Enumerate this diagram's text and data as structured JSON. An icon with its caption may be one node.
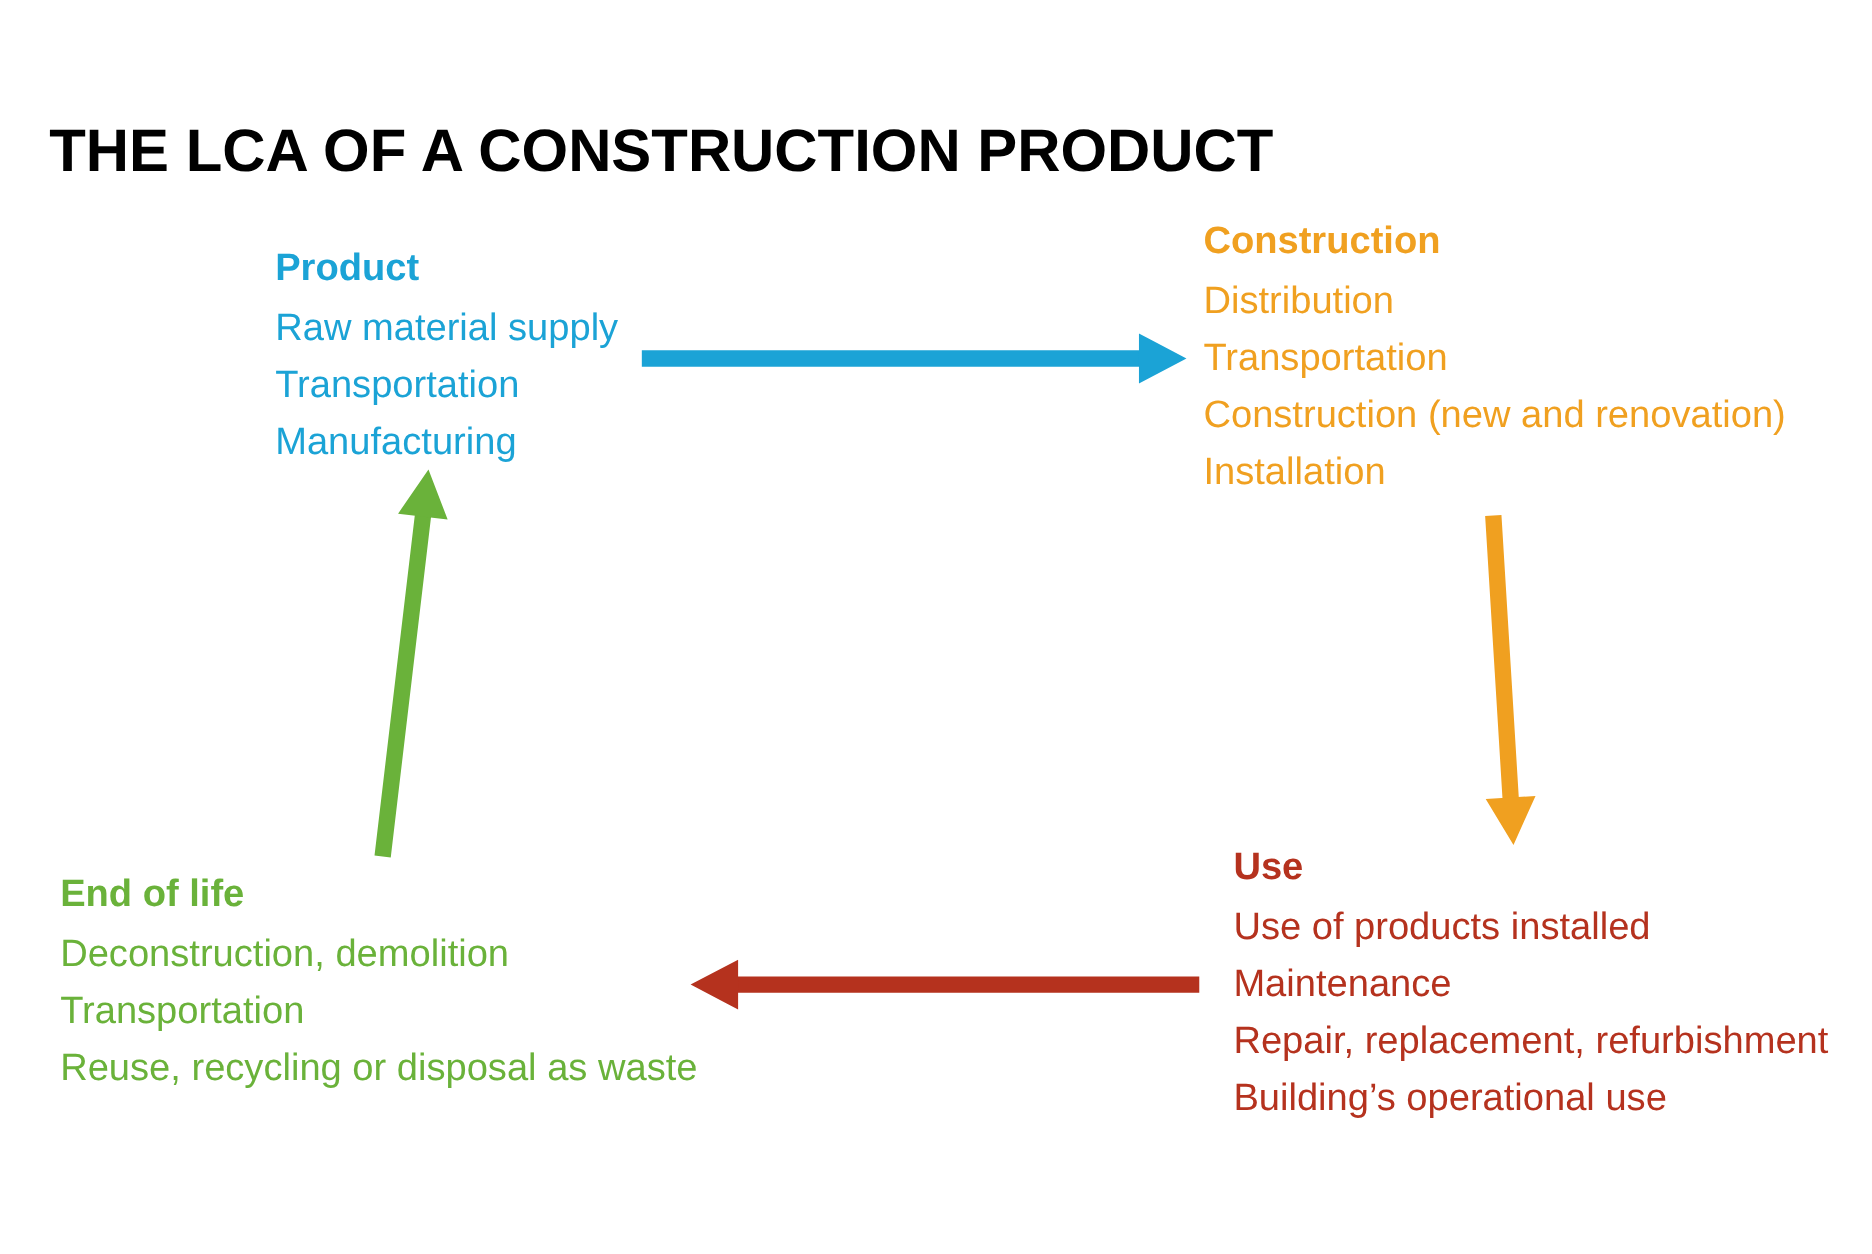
{
  "diagram": {
    "title": "THE LCA OF A CONSTRUCTION PRODUCT",
    "nodes": [
      {
        "text": [
          "Product",
          "Raw material supply",
          "Transportation",
          "Manufacturing"
        ]
      },
      {
        "text": [
          "Construction",
          "Distribution",
          "Transportation",
          "Construction (new and renovation)",
          "Installation"
        ]
      },
      {
        "text": [
          "End of life",
          "Deconstruction, demolition",
          "Transportation",
          "Reuse, recycling or disposal as waste"
        ]
      },
      {
        "text": [
          "Use",
          "Use of products installed",
          "Maintenance",
          "Repair, replacement, refurbishment",
          "Building’s operational use"
        ]
      }
    ],
    "edges": [
      {
        "from": 0,
        "to": 1,
        "arrow": "to",
        "color": "#1ba3d6"
      },
      {
        "from": 1,
        "to": 3,
        "arrow": "to",
        "color": "#f0a020"
      },
      {
        "from": 3,
        "to": 2,
        "arrow": "to",
        "color": "#b5321e"
      },
      {
        "from": 2,
        "to": 0,
        "arrow": "to",
        "color": "#6ab23a"
      }
    ]
  }
}
